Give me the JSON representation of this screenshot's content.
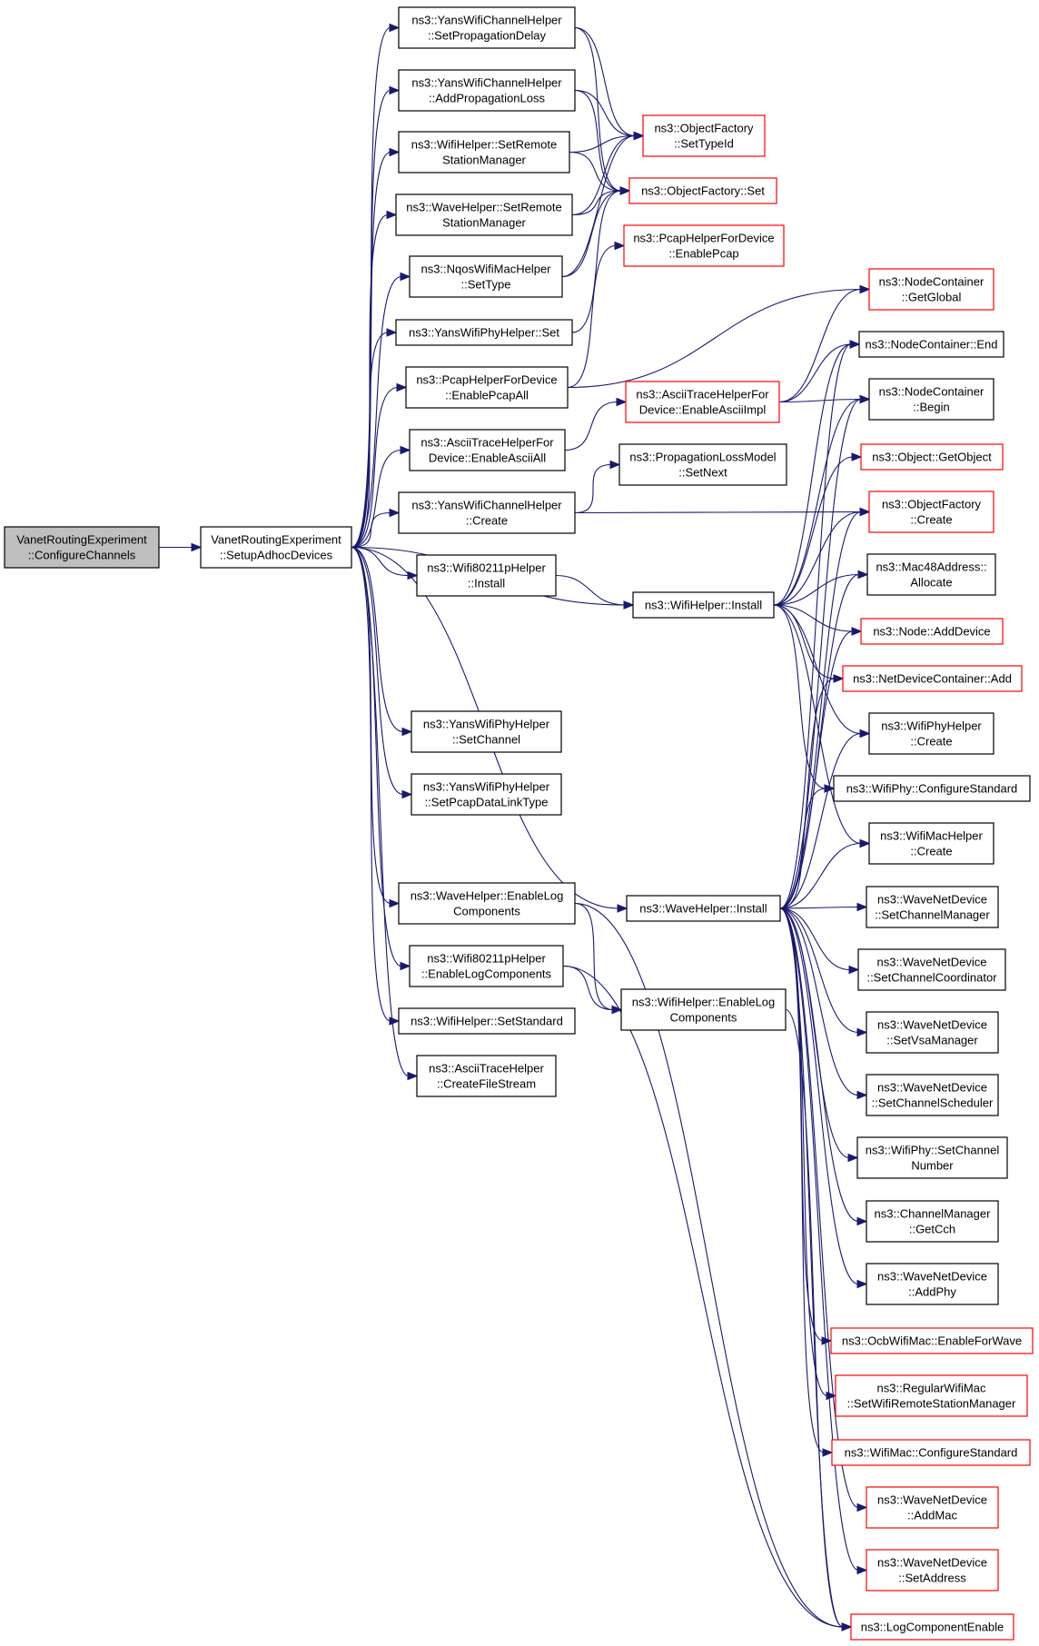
{
  "colors": {
    "edge": "#191970",
    "normal_border": "#000000",
    "truncated_border": "#ff0000",
    "root_fill": "#bfbfbf",
    "node_fill": "#ffffff"
  },
  "nodes": [
    {
      "id": "root",
      "lines": [
        "VanetRoutingExperiment",
        "::ConfigureChannels"
      ],
      "kind": "root"
    },
    {
      "id": "setup",
      "lines": [
        "VanetRoutingExperiment",
        "::SetupAdhocDevices"
      ],
      "kind": "normal"
    },
    {
      "id": "ywc_spd",
      "lines": [
        "ns3::YansWifiChannelHelper",
        "::SetPropagationDelay"
      ],
      "kind": "normal"
    },
    {
      "id": "ywc_apl",
      "lines": [
        "ns3::YansWifiChannelHelper",
        "::AddPropagationLoss"
      ],
      "kind": "normal"
    },
    {
      "id": "wh_srsm",
      "lines": [
        "ns3::WifiHelper::SetRemote",
        "StationManager"
      ],
      "kind": "normal"
    },
    {
      "id": "wvh_srsm",
      "lines": [
        "ns3::WaveHelper::SetRemote",
        "StationManager"
      ],
      "kind": "normal"
    },
    {
      "id": "nqos",
      "lines": [
        "ns3::NqosWifiMacHelper",
        "::SetType"
      ],
      "kind": "normal"
    },
    {
      "id": "ywp_set",
      "lines": [
        "ns3::YansWifiPhyHelper::Set"
      ],
      "kind": "normal"
    },
    {
      "id": "pcap_all",
      "lines": [
        "ns3::PcapHelperForDevice",
        "::EnablePcapAll"
      ],
      "kind": "normal"
    },
    {
      "id": "ascii_all",
      "lines": [
        "ns3::AsciiTraceHelperFor",
        "Device::EnableAsciiAll"
      ],
      "kind": "normal"
    },
    {
      "id": "ywc_create",
      "lines": [
        "ns3::YansWifiChannelHelper",
        "::Create"
      ],
      "kind": "normal"
    },
    {
      "id": "w80211_install",
      "lines": [
        "ns3::Wifi80211pHelper",
        "::Install"
      ],
      "kind": "normal"
    },
    {
      "id": "ywp_setchan",
      "lines": [
        "ns3::YansWifiPhyHelper",
        "::SetChannel"
      ],
      "kind": "normal"
    },
    {
      "id": "ywp_pcapdlt",
      "lines": [
        "ns3::YansWifiPhyHelper",
        "::SetPcapDataLinkType"
      ],
      "kind": "normal"
    },
    {
      "id": "wvh_elc",
      "lines": [
        "ns3::WaveHelper::EnableLog",
        "Components"
      ],
      "kind": "normal"
    },
    {
      "id": "w80211_elc",
      "lines": [
        "ns3::Wifi80211pHelper",
        "::EnableLogComponents"
      ],
      "kind": "normal"
    },
    {
      "id": "wh_setstd",
      "lines": [
        "ns3::WifiHelper::SetStandard"
      ],
      "kind": "normal"
    },
    {
      "id": "ath_cfs",
      "lines": [
        "ns3::AsciiTraceHelper",
        "::CreateFileStream"
      ],
      "kind": "normal"
    },
    {
      "id": "of_settypeid",
      "lines": [
        "ns3::ObjectFactory",
        "::SetTypeId"
      ],
      "kind": "truncated"
    },
    {
      "id": "of_set",
      "lines": [
        "ns3::ObjectFactory::Set"
      ],
      "kind": "truncated"
    },
    {
      "id": "pcap_ep",
      "lines": [
        "ns3::PcapHelperForDevice",
        "::EnablePcap"
      ],
      "kind": "truncated"
    },
    {
      "id": "ascii_impl",
      "lines": [
        "ns3::AsciiTraceHelperFor",
        "Device::EnableAsciiImpl"
      ],
      "kind": "truncated"
    },
    {
      "id": "plm_setnext",
      "lines": [
        "ns3::PropagationLossModel",
        "::SetNext"
      ],
      "kind": "normal"
    },
    {
      "id": "wh_install",
      "lines": [
        "ns3::WifiHelper::Install"
      ],
      "kind": "normal"
    },
    {
      "id": "wvh_install",
      "lines": [
        "ns3::WaveHelper::Install"
      ],
      "kind": "normal"
    },
    {
      "id": "wh_elc",
      "lines": [
        "ns3::WifiHelper::EnableLog",
        "Components"
      ],
      "kind": "normal"
    },
    {
      "id": "nc_getglobal",
      "lines": [
        "ns3::NodeContainer",
        "::GetGlobal"
      ],
      "kind": "truncated"
    },
    {
      "id": "nc_end",
      "lines": [
        "ns3::NodeContainer::End"
      ],
      "kind": "normal"
    },
    {
      "id": "nc_begin",
      "lines": [
        "ns3::NodeContainer",
        "::Begin"
      ],
      "kind": "normal"
    },
    {
      "id": "obj_getobject",
      "lines": [
        "ns3::Object::GetObject"
      ],
      "kind": "truncated"
    },
    {
      "id": "of_create",
      "lines": [
        "ns3::ObjectFactory",
        "::Create"
      ],
      "kind": "truncated"
    },
    {
      "id": "mac48_alloc",
      "lines": [
        "ns3::Mac48Address::",
        "Allocate"
      ],
      "kind": "normal"
    },
    {
      "id": "node_adddev",
      "lines": [
        "ns3::Node::AddDevice"
      ],
      "kind": "truncated"
    },
    {
      "id": "ndc_add",
      "lines": [
        "ns3::NetDeviceContainer::Add"
      ],
      "kind": "truncated"
    },
    {
      "id": "wph_create",
      "lines": [
        "ns3::WifiPhyHelper",
        "::Create"
      ],
      "kind": "normal"
    },
    {
      "id": "wp_cfgstd",
      "lines": [
        "ns3::WifiPhy::ConfigureStandard"
      ],
      "kind": "normal"
    },
    {
      "id": "wmh_create",
      "lines": [
        "ns3::WifiMacHelper",
        "::Create"
      ],
      "kind": "normal"
    },
    {
      "id": "wnd_scm",
      "lines": [
        "ns3::WaveNetDevice",
        "::SetChannelManager"
      ],
      "kind": "normal"
    },
    {
      "id": "wnd_scc",
      "lines": [
        "ns3::WaveNetDevice",
        "::SetChannelCoordinator"
      ],
      "kind": "normal"
    },
    {
      "id": "wnd_svsa",
      "lines": [
        "ns3::WaveNetDevice",
        "::SetVsaManager"
      ],
      "kind": "normal"
    },
    {
      "id": "wnd_scs",
      "lines": [
        "ns3::WaveNetDevice",
        "::SetChannelScheduler"
      ],
      "kind": "normal"
    },
    {
      "id": "wp_setchnum",
      "lines": [
        "ns3::WifiPhy::SetChannel",
        "Number"
      ],
      "kind": "normal"
    },
    {
      "id": "cm_getcch",
      "lines": [
        "ns3::ChannelManager",
        "::GetCch"
      ],
      "kind": "normal"
    },
    {
      "id": "wnd_addphy",
      "lines": [
        "ns3::WaveNetDevice",
        "::AddPhy"
      ],
      "kind": "normal"
    },
    {
      "id": "ocb_efw",
      "lines": [
        "ns3::OcbWifiMac::EnableForWave"
      ],
      "kind": "truncated"
    },
    {
      "id": "rwm_swrsm",
      "lines": [
        "ns3::RegularWifiMac",
        "::SetWifiRemoteStationManager"
      ],
      "kind": "truncated"
    },
    {
      "id": "wm_cfgstd",
      "lines": [
        "ns3::WifiMac::ConfigureStandard"
      ],
      "kind": "truncated"
    },
    {
      "id": "wnd_addmac",
      "lines": [
        "ns3::WaveNetDevice",
        "::AddMac"
      ],
      "kind": "truncated"
    },
    {
      "id": "wnd_setaddr",
      "lines": [
        "ns3::WaveNetDevice",
        "::SetAddress"
      ],
      "kind": "truncated"
    },
    {
      "id": "lce",
      "lines": [
        "ns3::LogComponentEnable"
      ],
      "kind": "truncated"
    }
  ],
  "edges": [
    [
      "root",
      "setup"
    ],
    [
      "setup",
      "ywc_spd"
    ],
    [
      "setup",
      "ywc_apl"
    ],
    [
      "setup",
      "wh_srsm"
    ],
    [
      "setup",
      "wvh_srsm"
    ],
    [
      "setup",
      "nqos"
    ],
    [
      "setup",
      "ywp_set"
    ],
    [
      "setup",
      "pcap_all"
    ],
    [
      "setup",
      "ascii_all"
    ],
    [
      "setup",
      "ywc_create"
    ],
    [
      "setup",
      "w80211_install"
    ],
    [
      "setup",
      "wh_install"
    ],
    [
      "setup",
      "wvh_install"
    ],
    [
      "setup",
      "ywp_setchan"
    ],
    [
      "setup",
      "ywp_pcapdlt"
    ],
    [
      "setup",
      "wvh_elc"
    ],
    [
      "setup",
      "w80211_elc"
    ],
    [
      "setup",
      "wh_setstd"
    ],
    [
      "setup",
      "ath_cfs"
    ],
    [
      "ywc_spd",
      "of_settypeid"
    ],
    [
      "ywc_spd",
      "of_set"
    ],
    [
      "ywc_apl",
      "of_settypeid"
    ],
    [
      "ywc_apl",
      "of_set"
    ],
    [
      "wh_srsm",
      "of_settypeid"
    ],
    [
      "wh_srsm",
      "of_set"
    ],
    [
      "wvh_srsm",
      "of_settypeid"
    ],
    [
      "wvh_srsm",
      "of_set"
    ],
    [
      "nqos",
      "of_settypeid"
    ],
    [
      "nqos",
      "of_set"
    ],
    [
      "ywp_set",
      "of_set"
    ],
    [
      "pcap_all",
      "pcap_ep"
    ],
    [
      "pcap_all",
      "nc_getglobal"
    ],
    [
      "ascii_all",
      "ascii_impl"
    ],
    [
      "ascii_impl",
      "nc_getglobal"
    ],
    [
      "ascii_impl",
      "nc_end"
    ],
    [
      "ascii_impl",
      "nc_begin"
    ],
    [
      "ywc_create",
      "plm_setnext"
    ],
    [
      "ywc_create",
      "of_create"
    ],
    [
      "w80211_install",
      "wh_install"
    ],
    [
      "wh_install",
      "nc_end"
    ],
    [
      "wh_install",
      "nc_begin"
    ],
    [
      "wh_install",
      "obj_getobject"
    ],
    [
      "wh_install",
      "of_create"
    ],
    [
      "wh_install",
      "mac48_alloc"
    ],
    [
      "wh_install",
      "node_adddev"
    ],
    [
      "wh_install",
      "ndc_add"
    ],
    [
      "wh_install",
      "wph_create"
    ],
    [
      "wh_install",
      "wp_cfgstd"
    ],
    [
      "wh_install",
      "wmh_create"
    ],
    [
      "wvh_install",
      "nc_end"
    ],
    [
      "wvh_install",
      "nc_begin"
    ],
    [
      "wvh_install",
      "of_create"
    ],
    [
      "wvh_install",
      "mac48_alloc"
    ],
    [
      "wvh_install",
      "node_adddev"
    ],
    [
      "wvh_install",
      "ndc_add"
    ],
    [
      "wvh_install",
      "wph_create"
    ],
    [
      "wvh_install",
      "wp_cfgstd"
    ],
    [
      "wvh_install",
      "wmh_create"
    ],
    [
      "wvh_install",
      "wnd_scm"
    ],
    [
      "wvh_install",
      "wnd_scc"
    ],
    [
      "wvh_install",
      "wnd_svsa"
    ],
    [
      "wvh_install",
      "wnd_scs"
    ],
    [
      "wvh_install",
      "wp_setchnum"
    ],
    [
      "wvh_install",
      "cm_getcch"
    ],
    [
      "wvh_install",
      "wnd_addphy"
    ],
    [
      "wvh_install",
      "ocb_efw"
    ],
    [
      "wvh_install",
      "rwm_swrsm"
    ],
    [
      "wvh_install",
      "wm_cfgstd"
    ],
    [
      "wvh_install",
      "wnd_addmac"
    ],
    [
      "wvh_install",
      "wnd_setaddr"
    ],
    [
      "wvh_install",
      "lce"
    ],
    [
      "wvh_elc",
      "wh_elc"
    ],
    [
      "wvh_elc",
      "lce"
    ],
    [
      "w80211_elc",
      "wh_elc"
    ],
    [
      "w80211_elc",
      "lce"
    ],
    [
      "wh_elc",
      "lce"
    ]
  ]
}
